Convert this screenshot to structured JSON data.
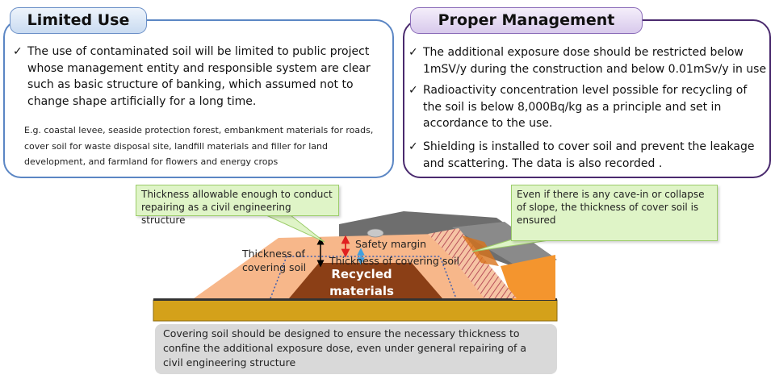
{
  "left_panel": {
    "title": "Limited Use",
    "check": "✓",
    "item": "The use of  contaminated soil will be limited to public project whose management entity and responsible system are clear such as basic structure of banking, which assumed not to change shape artificially for a long time.",
    "example": "E.g. coastal levee, seaside protection forest, embankment materials for roads, cover soil for waste disposal site, landfill materials and filler for land development, and farmland for flowers and energy crops"
  },
  "right_panel": {
    "title": "Proper Management",
    "check": "✓",
    "items": [
      "The additional exposure dose should be restricted below 1mSV/y during the construction and below 0.01mSv/y in use",
      "Radioactivity concentration level possible for recycling of the soil is below 8,000Bq/kg as a principle and set in accordance to the use.",
      "Shielding is installed to cover soil  and prevent the leakage and scattering.  The data is also recorded ."
    ]
  },
  "diagram": {
    "callout_left": "Thickness allowable enough to conduct repairing as a civil engineering structure",
    "callout_right": "Even if there is any cave-in or collapse of slope, the thickness of cover soil is ensured",
    "safety_margin": "Safety margin",
    "thickness_left": "Thickness of covering soil",
    "thickness_inner": "Thickness of covering soil",
    "recycled": "Recycled materials",
    "bottom_note": "Covering soil should be designed to ensure the necessary thickness to confine the additional exposure dose, even under general repairing of a civil engineering structure"
  },
  "colors": {
    "left_border": "#5b86c4",
    "right_border": "#4a2a6e",
    "cover_soil": "#f7b78a",
    "recycled": "#8b3f16",
    "ground": "#d4a11a",
    "callout": "#dff4c7"
  }
}
